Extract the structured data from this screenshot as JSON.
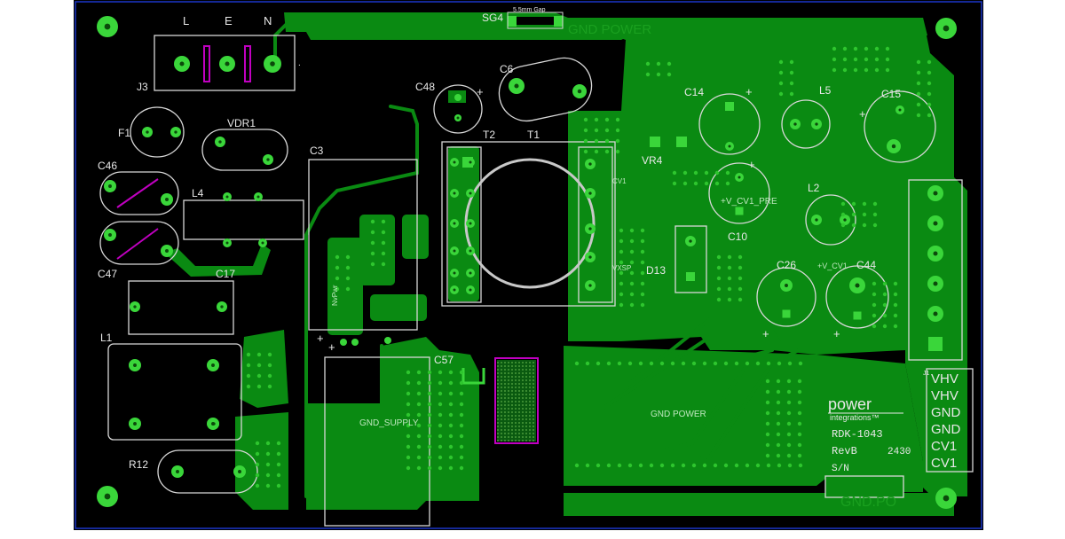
{
  "board": {
    "colors": {
      "background": "#000000",
      "copper": "#0a8a12",
      "copper_dark": "#077a0e",
      "pad": "#3ad63a",
      "silkscreen": "#e8e8e8",
      "magenta": "#c000c0"
    },
    "net_labels": {
      "gnd_power_top": "GND POWER",
      "gnd_power_mid": "GND POWER",
      "gnd_supply": "GND_SUPPLY",
      "gnd_po": "GND.PO",
      "v_cv1_pre": "+V_CV1_PRE",
      "v_cv1": "+V_CV1",
      "vhv": "VHV",
      "vxsp": "VXSP",
      "nvpwr": "NvPwr",
      "cv1_small": "CV1"
    },
    "designators": {
      "sg4": "SG4",
      "sg4_note": "5.5mm Gap",
      "j3": "J3",
      "j3_pins": [
        "L",
        "E",
        "N"
      ],
      "f1": "F1",
      "vdr1": "VDR1",
      "c46": "C46",
      "c47": "C47",
      "l4": "L4",
      "c17": "C17",
      "c3": "C3",
      "c48": "C48",
      "c6": "C6",
      "t2": "T2",
      "t1": "T1",
      "c14": "C14",
      "l5": "L5",
      "c15": "C15",
      "vr4": "VR4",
      "c10": "C10",
      "l2": "L2",
      "d13": "D13",
      "c26": "C26",
      "c44": "C44",
      "l1": "L1",
      "r12": "R12",
      "c57": "C57",
      "j1": "J1"
    },
    "logo": {
      "line1": "power",
      "line2": "integrations™"
    },
    "board_id": "RDK-1043",
    "revision": "RevB",
    "date_code": "2430",
    "serial_label": "S/N",
    "connector_labels": [
      "VHV",
      "VHV",
      "GND",
      "GND",
      "CV1",
      "CV1"
    ]
  }
}
